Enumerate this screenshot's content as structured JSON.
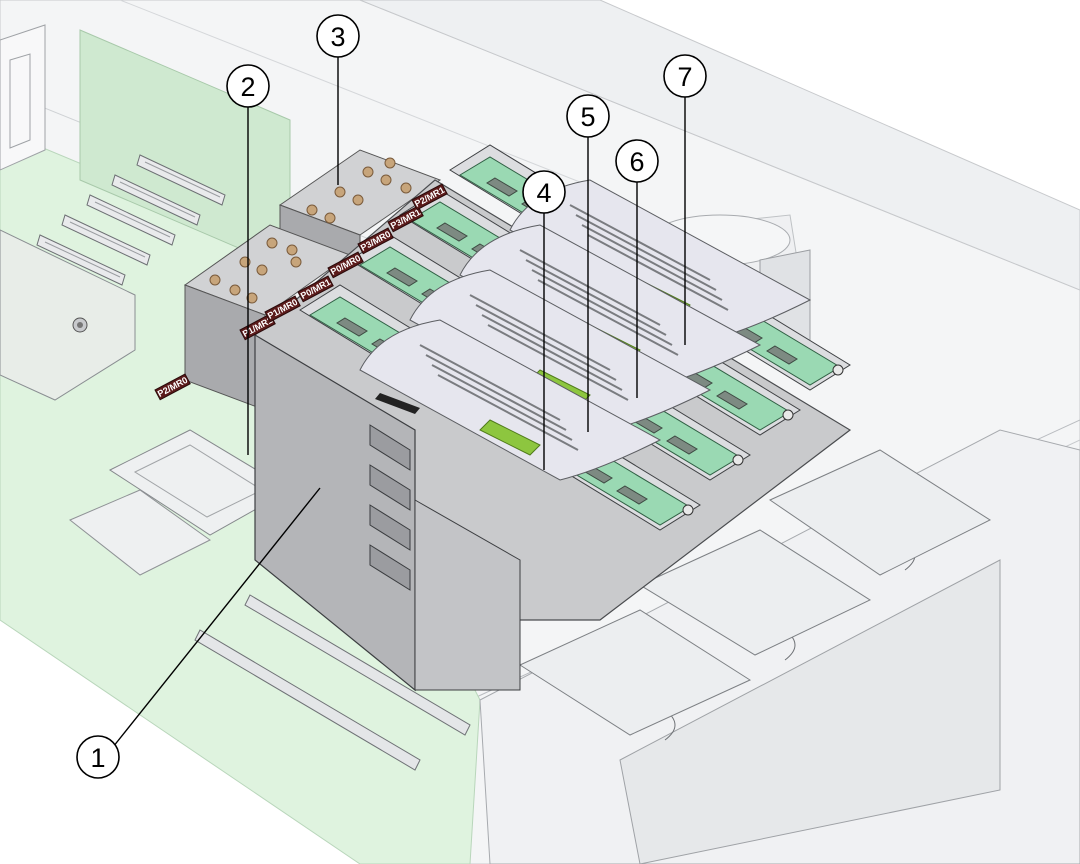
{
  "callouts": [
    {
      "id": "1",
      "text": "1"
    },
    {
      "id": "2",
      "text": "2"
    },
    {
      "id": "3",
      "text": "3"
    },
    {
      "id": "4",
      "text": "4"
    },
    {
      "id": "5",
      "text": "5"
    },
    {
      "id": "6",
      "text": "6"
    },
    {
      "id": "7",
      "text": "7"
    }
  ],
  "board_labels": [
    "P1/MR1",
    "P1/MR0",
    "P0/MR1",
    "P0/MR0",
    "P3/MR0",
    "P3/MR1",
    "P2/MR1",
    "P2/MR0"
  ],
  "colors": {
    "outline": "#000000",
    "chassis": "#f3f4f5",
    "motherboard": "#dff3df",
    "riser_shell": "#c9cacc",
    "riser_dark": "#a9aaad",
    "dimm_green": "#9ad9b3",
    "label_sheet": "#e6e6ee",
    "push_tab": "#8dc63f",
    "board_label": "#5b1a1a"
  }
}
